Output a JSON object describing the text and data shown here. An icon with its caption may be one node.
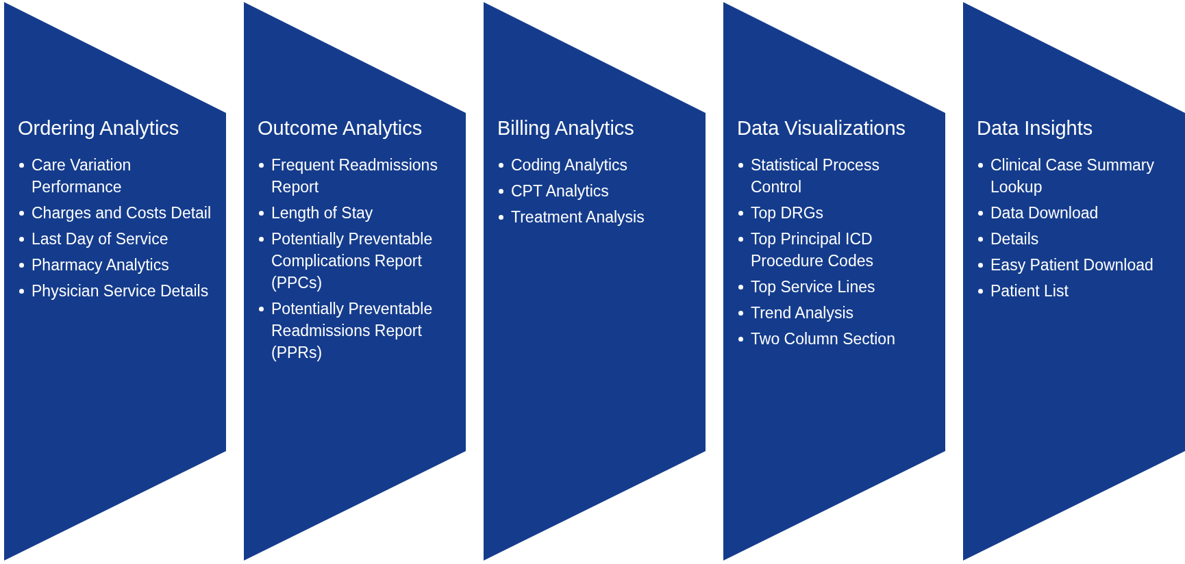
{
  "diagram": {
    "nodes": [
      {
        "text": [
          "Ordering Analytics",
          "Care Variation Performance",
          "Charges and Costs Detail",
          "Last Day of Service",
          "Pharmacy Analytics",
          "Physician Service Details"
        ]
      },
      {
        "text": [
          "Outcome Analytics",
          "Frequent Readmissions Report",
          "Length of Stay",
          "Potentially Preventable Complications Report (PPCs)",
          "Potentially Preventable Readmissions Report (PPRs)"
        ]
      },
      {
        "text": [
          "Billing Analytics",
          "Coding Analytics",
          "CPT Analytics",
          "Treatment Analysis"
        ]
      },
      {
        "text": [
          "Data Visualizations",
          "Statistical Process Control",
          "Top DRGs",
          "Top Principal ICD Procedure Codes",
          "Top Service Lines",
          "Trend Analysis",
          "Two Column Section"
        ]
      },
      {
        "text": [
          "Data Insights",
          "Clinical Case Summary Lookup",
          "Data Download",
          "Details",
          "Easy Patient Download",
          "Patient List"
        ]
      }
    ],
    "edges": []
  }
}
